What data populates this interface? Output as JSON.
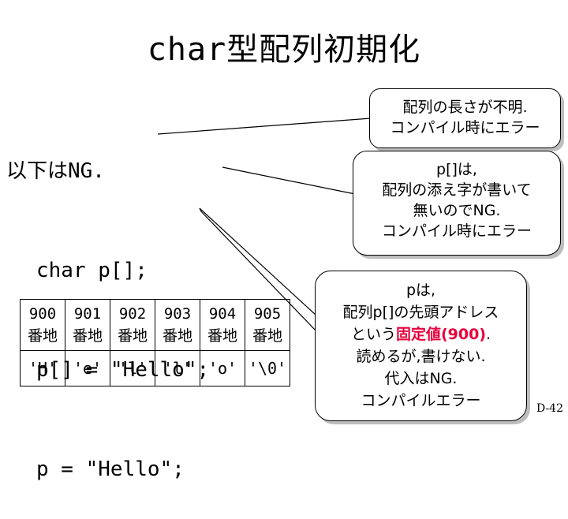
{
  "slide": {
    "title": "char型配列初期化",
    "page_number": "D-42"
  },
  "code": {
    "lines": [
      "以下はNG.",
      "char p[];",
      "p[] = \"Hello\";",
      "p = \"Hello\";"
    ]
  },
  "callouts": {
    "c1": {
      "lines": [
        "配列の長さが不明.",
        "コンパイル時にエラー"
      ]
    },
    "c2": {
      "lines": [
        "p[]は,",
        "配列の添え字が書いて",
        "無いのでNG.",
        "コンパイル時にエラー"
      ]
    },
    "c3": {
      "line1": "pは,",
      "line2": "配列p[]の先頭アドレス",
      "line3_prefix": "という",
      "line3_emph": "固定値(900)",
      "line3_suffix": ".",
      "line4": "読めるが,書けない.",
      "line5": "代入はNG.",
      "line6": "コンパイルエラー"
    }
  },
  "memory_table": {
    "cells": [
      {
        "addr": "900",
        "unit": "番地",
        "value": "'H'"
      },
      {
        "addr": "901",
        "unit": "番地",
        "value": "'e'"
      },
      {
        "addr": "902",
        "unit": "番地",
        "value": "'l'"
      },
      {
        "addr": "903",
        "unit": "番地",
        "value": "'l'"
      },
      {
        "addr": "904",
        "unit": "番地",
        "value": "'o'"
      },
      {
        "addr": "905",
        "unit": "番地",
        "value": "'\\0'"
      }
    ]
  },
  "colors": {
    "emphasis": "#e8003b",
    "shadow": "#bdbdbd"
  }
}
